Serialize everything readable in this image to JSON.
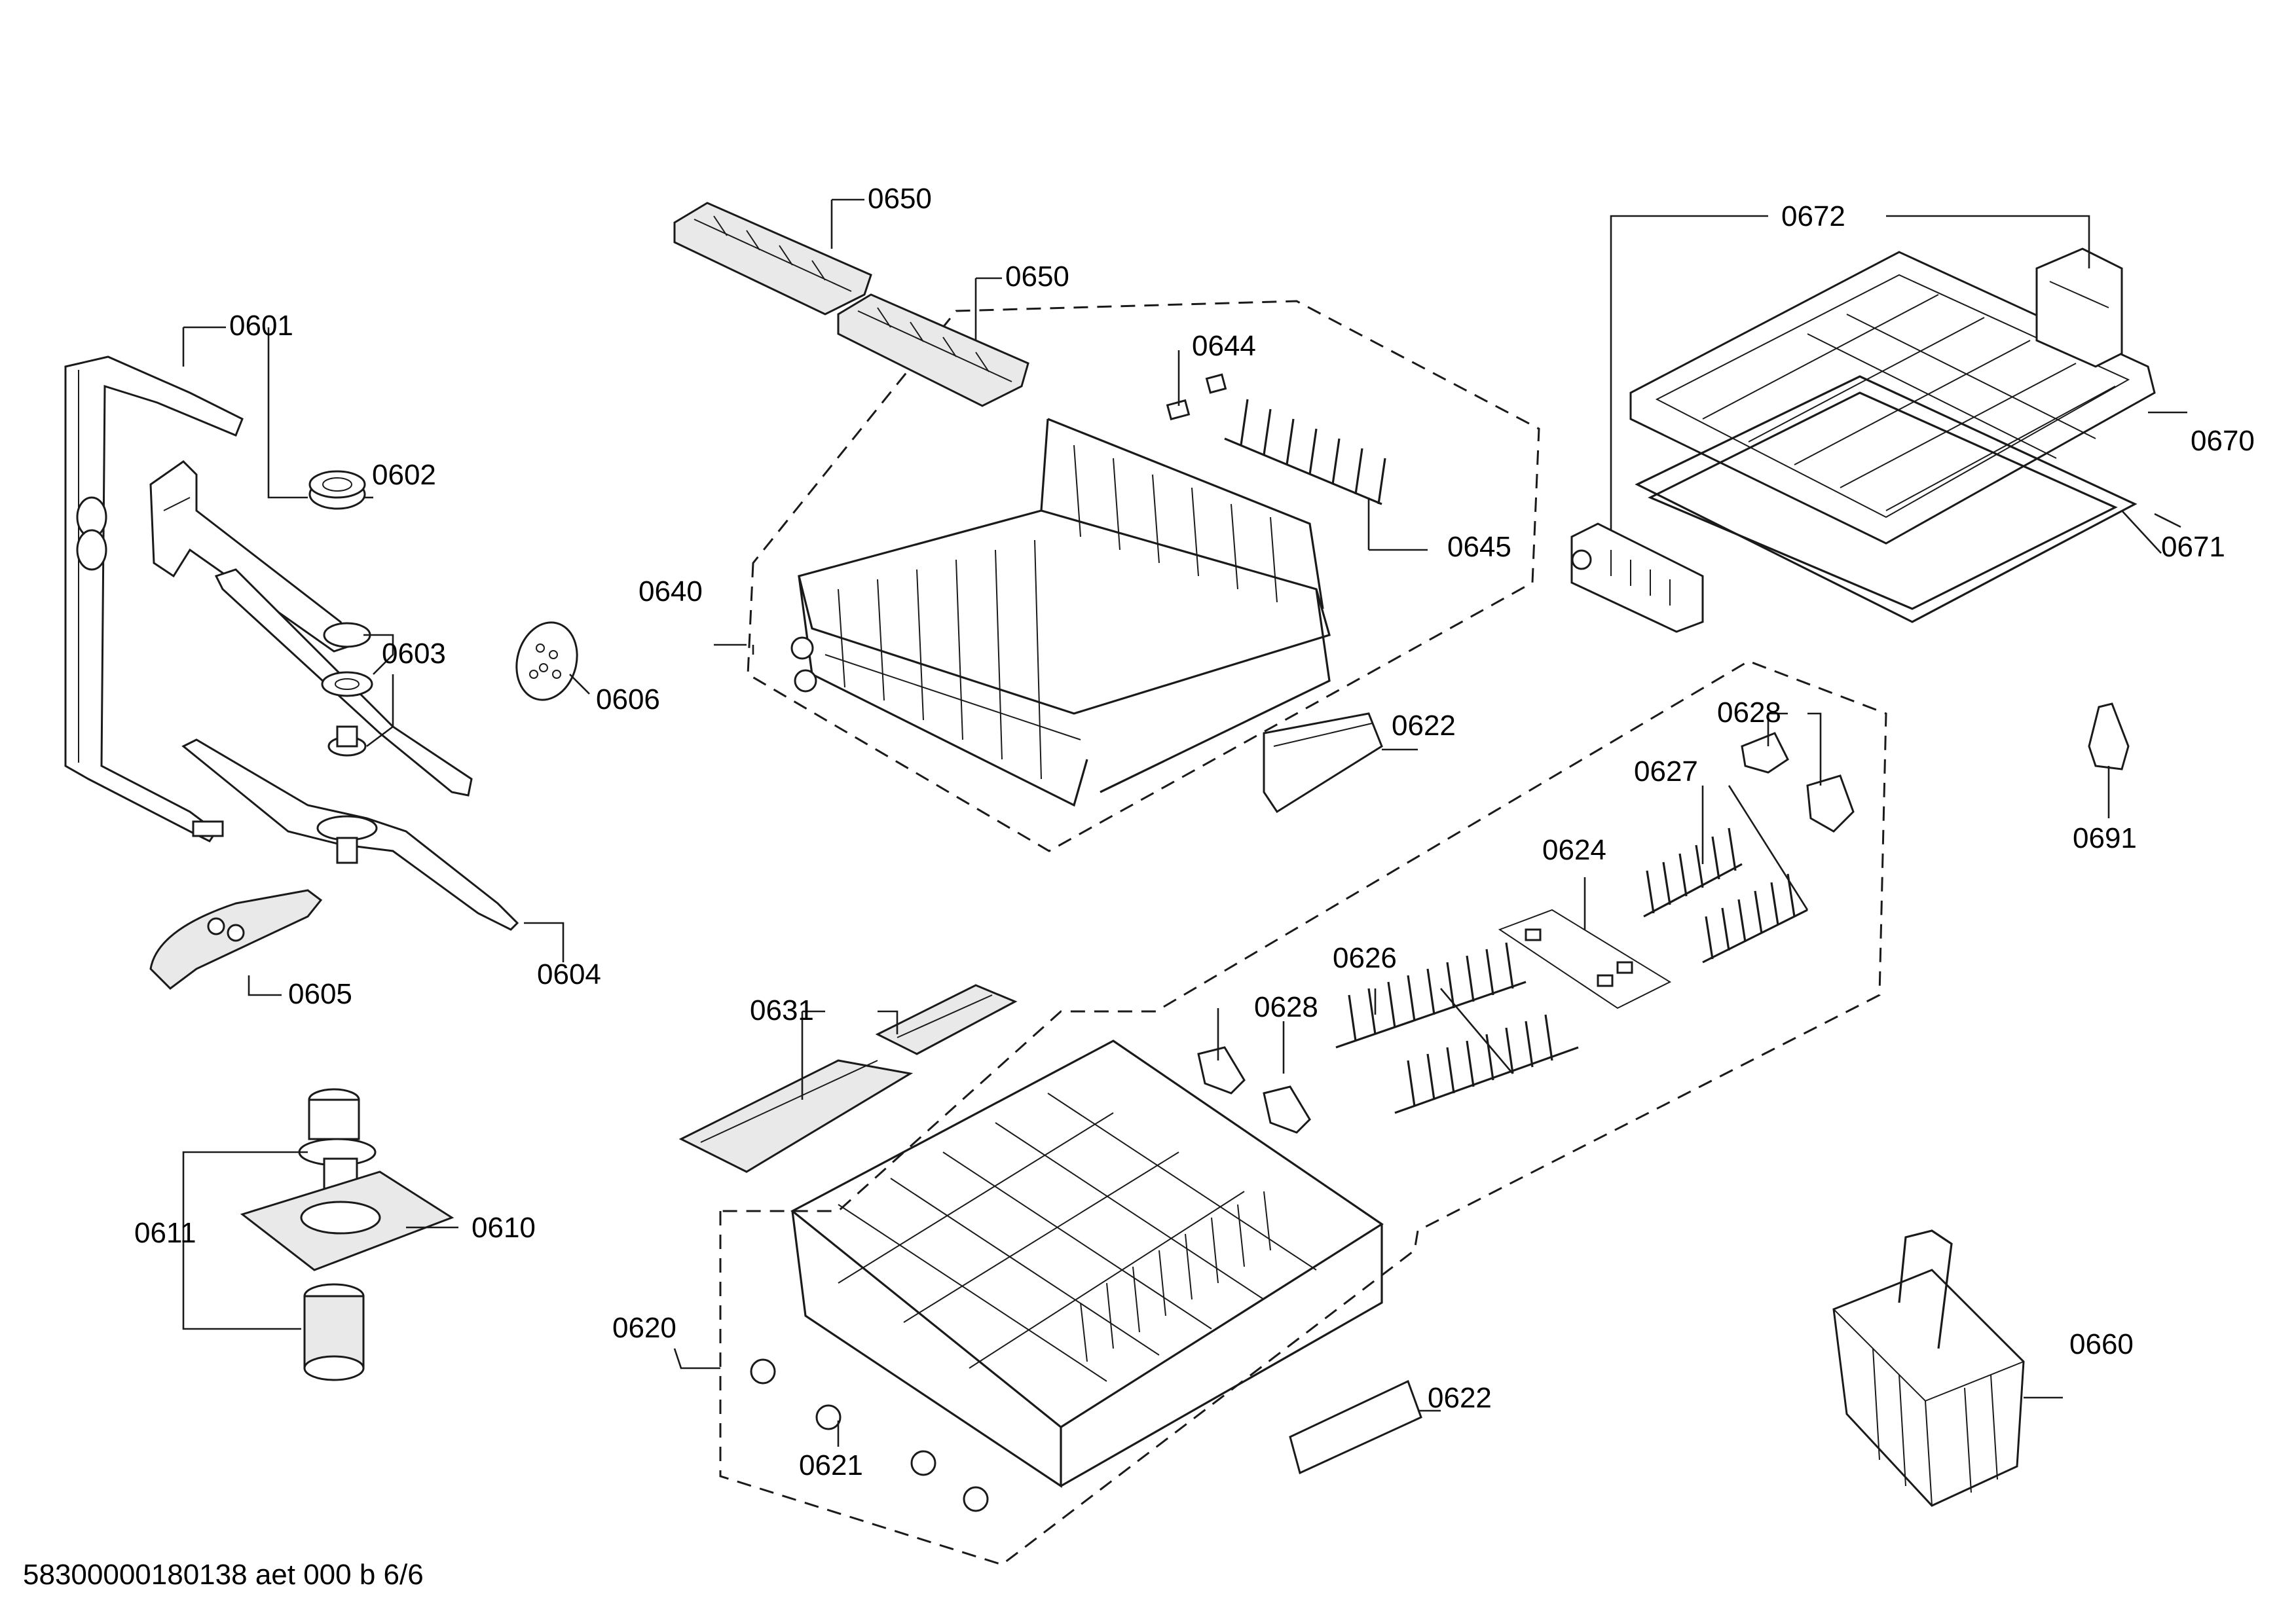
{
  "labels": {
    "l0650a": "0650",
    "l0650b": "0650",
    "l0672": "0672",
    "l0601": "0601",
    "l0644": "0644",
    "l0670": "0670",
    "l0602": "0602",
    "l0645": "0645",
    "l0671": "0671",
    "l0640": "0640",
    "l0603": "0603",
    "l0606": "0606",
    "l0622a": "0622",
    "l0628a": "0628",
    "l0627": "0627",
    "l0691": "0691",
    "l0624": "0624",
    "l0604": "0604",
    "l0626": "0626",
    "l0605": "0605",
    "l0631": "0631",
    "l0628b": "0628",
    "l0610": "0610",
    "l0611": "0611",
    "l0620": "0620",
    "l0660": "0660",
    "l0622b": "0622",
    "l0621": "0621"
  },
  "footer": {
    "code": "58300000180138 aet 000 b 6/6"
  }
}
